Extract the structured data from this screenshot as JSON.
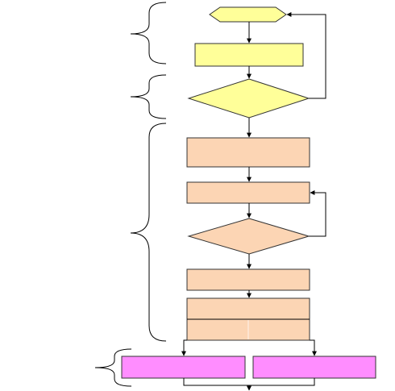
{
  "diagram": {
    "title": "",
    "colors": {
      "phase_1": "#ffff99",
      "phase_2": "#fcd5b4",
      "phase_3": "#ff8dff",
      "lines": "#000000"
    },
    "nodes": [
      {
        "id": "start",
        "shape": "hexagon",
        "group": "phase_1",
        "label": ""
      },
      {
        "id": "step-1",
        "shape": "rectangle",
        "group": "phase_1",
        "label": ""
      },
      {
        "id": "decision-1",
        "shape": "diamond",
        "group": "phase_1",
        "label": ""
      },
      {
        "id": "step-2",
        "shape": "rectangle",
        "group": "phase_2",
        "label": ""
      },
      {
        "id": "step-3",
        "shape": "rectangle",
        "group": "phase_2",
        "label": ""
      },
      {
        "id": "decision-2",
        "shape": "diamond",
        "group": "phase_2",
        "label": ""
      },
      {
        "id": "step-4",
        "shape": "rectangle",
        "group": "phase_2",
        "label": ""
      },
      {
        "id": "step-5",
        "shape": "rectangle",
        "group": "phase_2",
        "label": ""
      },
      {
        "id": "output-left",
        "shape": "rectangle",
        "group": "phase_3",
        "label": ""
      },
      {
        "id": "output-right",
        "shape": "rectangle",
        "group": "phase_3",
        "label": ""
      }
    ],
    "edges": [
      {
        "from": "start",
        "to": "step-1"
      },
      {
        "from": "step-1",
        "to": "decision-1"
      },
      {
        "from": "decision-1",
        "to": "start",
        "kind": "loop"
      },
      {
        "from": "decision-1",
        "to": "step-2"
      },
      {
        "from": "step-2",
        "to": "step-3"
      },
      {
        "from": "step-3",
        "to": "decision-2"
      },
      {
        "from": "decision-2",
        "to": "step-3",
        "kind": "loop"
      },
      {
        "from": "decision-2",
        "to": "step-4"
      },
      {
        "from": "step-4",
        "to": "step-5"
      },
      {
        "from": "step-5",
        "to": "output-left"
      },
      {
        "from": "step-5",
        "to": "output-right"
      },
      {
        "from": "output-left",
        "to": "end"
      },
      {
        "from": "output-right",
        "to": "end"
      }
    ],
    "brackets": [
      {
        "id": "brace-1",
        "spans": [
          "start",
          "step-1"
        ],
        "label": ""
      },
      {
        "id": "brace-2",
        "spans": [
          "decision-1"
        ],
        "label": ""
      },
      {
        "id": "brace-3",
        "spans": [
          "step-2",
          "step-3",
          "decision-2",
          "step-4",
          "step-5"
        ],
        "label": ""
      },
      {
        "id": "brace-4",
        "spans": [
          "output-left",
          "output-right"
        ],
        "label": ""
      }
    ]
  }
}
